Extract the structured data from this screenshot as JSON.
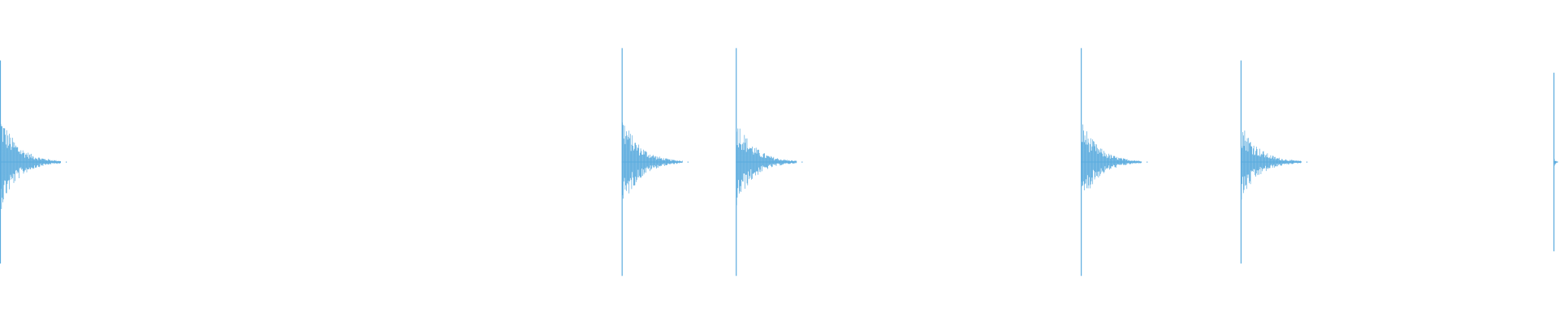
{
  "waveform": {
    "color": "#5aabde",
    "background": "#ffffff",
    "baseline_color": "#5aabde",
    "transients": [
      {
        "time_fraction": 0.0,
        "peak": 0.66,
        "decay": 0.48
      },
      {
        "time_fraction": 0.3988,
        "peak": 0.74,
        "decay": 0.42
      },
      {
        "time_fraction": 0.472,
        "peak": 0.74,
        "decay": 0.4
      },
      {
        "time_fraction": 0.6933,
        "peak": 0.74,
        "decay": 0.38
      },
      {
        "time_fraction": 0.7958,
        "peak": 0.66,
        "decay": 0.4
      },
      {
        "time_fraction": 0.9965,
        "peak": 0.58,
        "decay": 0.1
      }
    ]
  }
}
